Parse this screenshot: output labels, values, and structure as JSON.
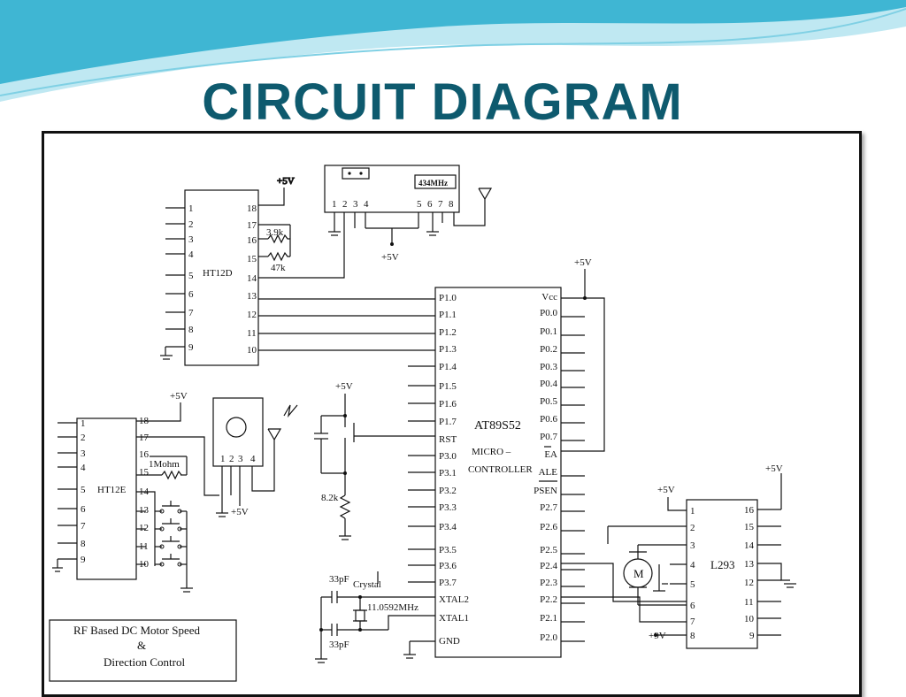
{
  "slide": {
    "title": "CIRCUIT DIAGRAM",
    "colors": {
      "title": "#0e5a6e",
      "wave_dark": "#3fb6d3",
      "wave_light": "#bfe8f2"
    }
  },
  "diagram": {
    "caption": {
      "line1": "RF Based DC Motor Speed",
      "line2": "&",
      "line3": "Direction Control"
    },
    "supply": {
      "v5": "+5V",
      "v9": "+9V"
    },
    "rx_module": {
      "freq": "434MHz",
      "pins": [
        "1",
        "2",
        "3",
        "4",
        "5",
        "6",
        "7",
        "8"
      ]
    },
    "ht12d": {
      "name": "HT12D",
      "left_pins": [
        "1",
        "2",
        "3",
        "4",
        "5",
        "6",
        "7",
        "8",
        "9"
      ],
      "right_pins": [
        "18",
        "17",
        "16",
        "15",
        "14",
        "13",
        "12",
        "11",
        "10"
      ],
      "r1": "3.9k",
      "r2": "47k"
    },
    "ht12e": {
      "name": "HT12E",
      "left_pins": [
        "1",
        "2",
        "3",
        "4",
        "5",
        "6",
        "7",
        "8",
        "9"
      ],
      "right_pins": [
        "18",
        "17",
        "16",
        "15",
        "14",
        "13",
        "12",
        "11",
        "10"
      ],
      "resistor": "1Mohm"
    },
    "tx_module": {
      "pins": [
        "1",
        "2",
        "3",
        "4"
      ]
    },
    "mcu": {
      "name": "AT89S52",
      "sub1": "MICRO –",
      "sub2": "CONTROLLER",
      "left_pins": [
        "P1.0",
        "P1.1",
        "P1.2",
        "P1.3",
        "P1.4",
        "P1.5",
        "P1.6",
        "P1.7",
        "RST",
        "P3.0",
        "P3.1",
        "P3.2",
        "P3.3",
        "P3.4",
        "P3.5",
        "P3.6",
        "P3.7",
        "XTAL2",
        "XTAL1",
        "GND"
      ],
      "right_pins": [
        "Vcc",
        "P0.0",
        "P0.1",
        "P0.2",
        "P0.3",
        "P0.4",
        "P0.5",
        "P0.6",
        "P0.7",
        "EA",
        "ALE",
        "PSEN",
        "P2.7",
        "P2.6",
        "P2.5",
        "P2.4",
        "P2.3",
        "P2.2",
        "P2.1",
        "P2.0"
      ]
    },
    "reset": {
      "resistor": "8.2k"
    },
    "osc": {
      "c1": "33pF",
      "c2": "33pF",
      "crystal": "Crystal",
      "freq": "11.0592MHz"
    },
    "l293": {
      "name": "L293",
      "left_pins": [
        "1",
        "2",
        "3",
        "4",
        "5",
        "6",
        "7",
        "8"
      ],
      "right_pins": [
        "16",
        "15",
        "14",
        "13",
        "12",
        "11",
        "10",
        "9"
      ]
    },
    "motor": {
      "label": "M"
    }
  }
}
